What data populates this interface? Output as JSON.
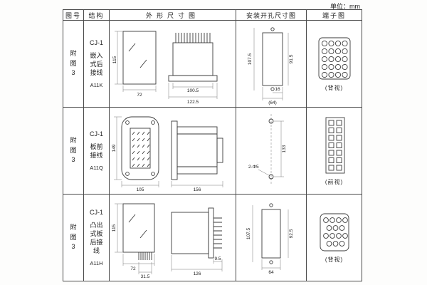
{
  "page": {
    "unit_label": "单位：mm"
  },
  "table": {
    "headers": {
      "figure": "图号",
      "structure": "结构",
      "outline": "外形尺寸图",
      "mounting": "安装开孔尺寸图",
      "terminal": "端子图"
    },
    "rows": [
      {
        "figure": "附图3",
        "name": "CJ-1",
        "structure": "嵌入式后接线",
        "model": "A11K",
        "dims": {
          "front_height": "115",
          "front_width": "72",
          "body_width": "100.5",
          "overall_width": "122.5",
          "mount_height": "107.5",
          "mount_inner": "91.5",
          "mount_tab": "16",
          "mount_width": "(64)"
        },
        "terminal_caption": "(背视)"
      },
      {
        "figure": "附图3",
        "name": "CJ-1",
        "structure": "板前接线",
        "model": "A11Q",
        "dims": {
          "front_height": "149",
          "front_width": "105",
          "overall_length": "156",
          "hole_spacing": "133",
          "hole_label": "2-Φ5"
        },
        "terminal_caption": "(前视)"
      },
      {
        "figure": "附图3",
        "name": "CJ-1",
        "structure": "凸出式板后接线",
        "model": "A11H",
        "dims": {
          "front_height": "115",
          "front_width": "72",
          "pin_width": "31.5",
          "pin_depth": "9.5",
          "overall_length": "126",
          "mount_height": "107.5",
          "mount_inner": "92.5",
          "mount_width": "64"
        },
        "terminal_caption": "(背视)"
      }
    ]
  }
}
